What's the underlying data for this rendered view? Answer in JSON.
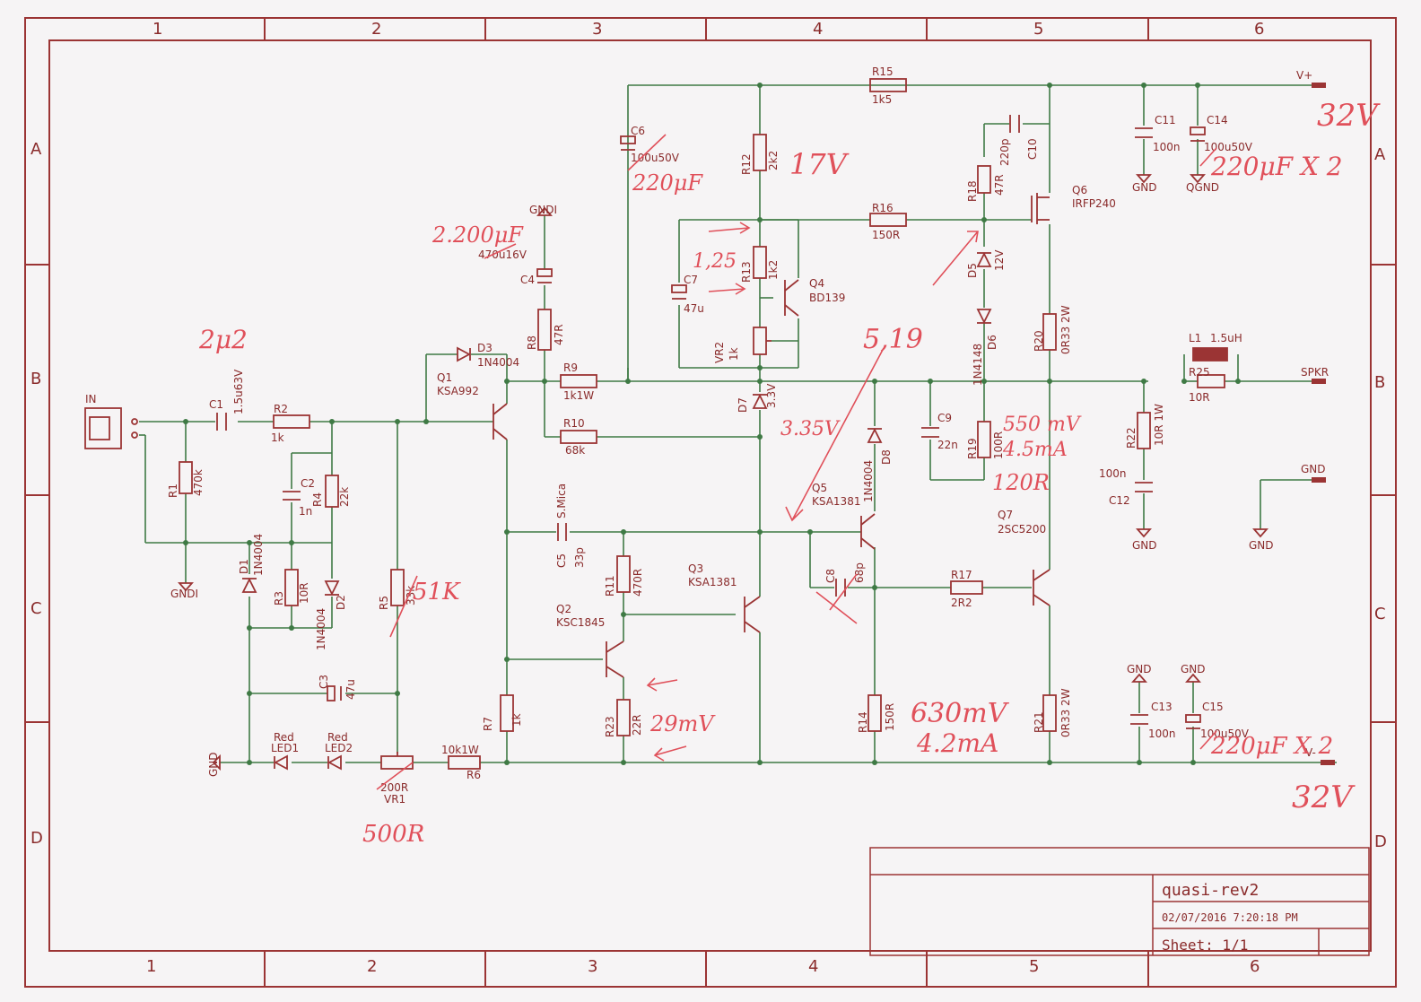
{
  "frame": {
    "columns": [
      "1",
      "2",
      "3",
      "4",
      "5",
      "6"
    ],
    "rows": [
      "A",
      "B",
      "C",
      "D"
    ]
  },
  "title_block": {
    "name": "quasi-rev2",
    "datetime": "02/07/2016 7:20:18 PM",
    "sheet": "Sheet: 1/1"
  },
  "connectors": {
    "in": "IN",
    "vplus": "V+",
    "vminus": "V-",
    "spkr": "SPKR",
    "gnd": "GND",
    "gndi": "GNDI",
    "qgnd": "QGND"
  },
  "components": {
    "C1": {
      "ref": "C1",
      "value": "1.5u63V"
    },
    "R1": {
      "ref": "R1",
      "value": "470k"
    },
    "R2": {
      "ref": "R2",
      "value": "1k"
    },
    "C2": {
      "ref": "C2",
      "value": "1n"
    },
    "R4": {
      "ref": "R4",
      "value": "22k"
    },
    "D1": {
      "ref": "D1",
      "value": "1N4004"
    },
    "R3": {
      "ref": "R3",
      "value": "10R"
    },
    "D2": {
      "ref": "D2",
      "value": "1N4004"
    },
    "R5": {
      "ref": "R5",
      "value": "33k"
    },
    "C3": {
      "ref": "C3",
      "value": "47u"
    },
    "LED1": {
      "ref": "LED1",
      "value": "Red"
    },
    "LED2": {
      "ref": "LED2",
      "value": "Red"
    },
    "VR1": {
      "ref": "VR1",
      "value": "200R"
    },
    "R6": {
      "ref": "R6",
      "value": "10k1W"
    },
    "D3": {
      "ref": "D3",
      "value": "1N4004"
    },
    "Q1": {
      "ref": "Q1",
      "value": "KSA992"
    },
    "C4": {
      "ref": "C4",
      "value": "470u16V"
    },
    "R8": {
      "ref": "R8",
      "value": "47R"
    },
    "R9": {
      "ref": "R9",
      "value": "1k1W"
    },
    "R10": {
      "ref": "R10",
      "value": "68k"
    },
    "R7": {
      "ref": "R7",
      "value": "1k"
    },
    "C5": {
      "ref": "C5",
      "value": "33p",
      "extra": "S.Mica"
    },
    "R11": {
      "ref": "R11",
      "value": "470R"
    },
    "Q2": {
      "ref": "Q2",
      "value": "KSC1845"
    },
    "R23": {
      "ref": "R23",
      "value": "22R"
    },
    "C6": {
      "ref": "C6",
      "value": "100u50V"
    },
    "R12": {
      "ref": "R12",
      "value": "2k2"
    },
    "C7": {
      "ref": "C7",
      "value": "47u"
    },
    "R13": {
      "ref": "R13",
      "value": "1k2"
    },
    "Q4": {
      "ref": "Q4",
      "value": "BD139"
    },
    "VR2": {
      "ref": "VR2",
      "value": "1k"
    },
    "D7": {
      "ref": "D7",
      "value": "3.3V"
    },
    "Q3": {
      "ref": "Q3",
      "value": "KSA1381"
    },
    "R15": {
      "ref": "R15",
      "value": "1k5"
    },
    "R16": {
      "ref": "R16",
      "value": "150R"
    },
    "C10": {
      "ref": "C10",
      "value": "220p"
    },
    "R18": {
      "ref": "R18",
      "value": "47R"
    },
    "Q6": {
      "ref": "Q6",
      "value": "IRFP240"
    },
    "D5": {
      "ref": "D5",
      "value": "12V"
    },
    "D6": {
      "ref": "D6",
      "value": "1N4148"
    },
    "R20": {
      "ref": "R20",
      "value": "0R33 2W"
    },
    "D8": {
      "ref": "D8",
      "value": "1N4004"
    },
    "C9": {
      "ref": "C9",
      "value": "22n"
    },
    "R19": {
      "ref": "R19",
      "value": "100R"
    },
    "Q5": {
      "ref": "Q5",
      "value": "KSA1381"
    },
    "C8": {
      "ref": "C8",
      "value": "68p"
    },
    "R17": {
      "ref": "R17",
      "value": "2R2"
    },
    "Q7": {
      "ref": "Q7",
      "value": "2SC5200"
    },
    "R14": {
      "ref": "R14",
      "value": "150R"
    },
    "R21": {
      "ref": "R21",
      "value": "0R33 2W"
    },
    "C11": {
      "ref": "C11",
      "value": "100n"
    },
    "C14": {
      "ref": "C14",
      "value": "100u50V"
    },
    "L1": {
      "ref": "L1",
      "value": "1.5uH"
    },
    "R25": {
      "ref": "R25",
      "value": "10R"
    },
    "R22": {
      "ref": "R22",
      "value": "10R 1W"
    },
    "C12": {
      "ref": "C12",
      "value": "100n"
    },
    "C13": {
      "ref": "C13",
      "value": "100n"
    },
    "C15": {
      "ref": "C15",
      "value": "100u50V"
    }
  },
  "handwritten": {
    "c1_value": "2μ2",
    "c4_value": "2.200μF",
    "c6_value": "220μF",
    "r12_voltage": "17V",
    "r13_voltage": "1,25",
    "q5_base_voltage": "5,19",
    "d7_voltage": "3.35V",
    "r19_note1": "550 mV",
    "r19_note2": "4.5mA",
    "r19_note3": "120R",
    "r5_value": "51K",
    "r23_voltage": "29mV",
    "r14_note1": "630mV",
    "r14_note2": "4.2mA",
    "vr1_value": "500R",
    "vplus_voltage": "32V",
    "vminus_voltage": "32V",
    "c14_note": "220μF X 2",
    "c15_note": "220μF X 2"
  }
}
